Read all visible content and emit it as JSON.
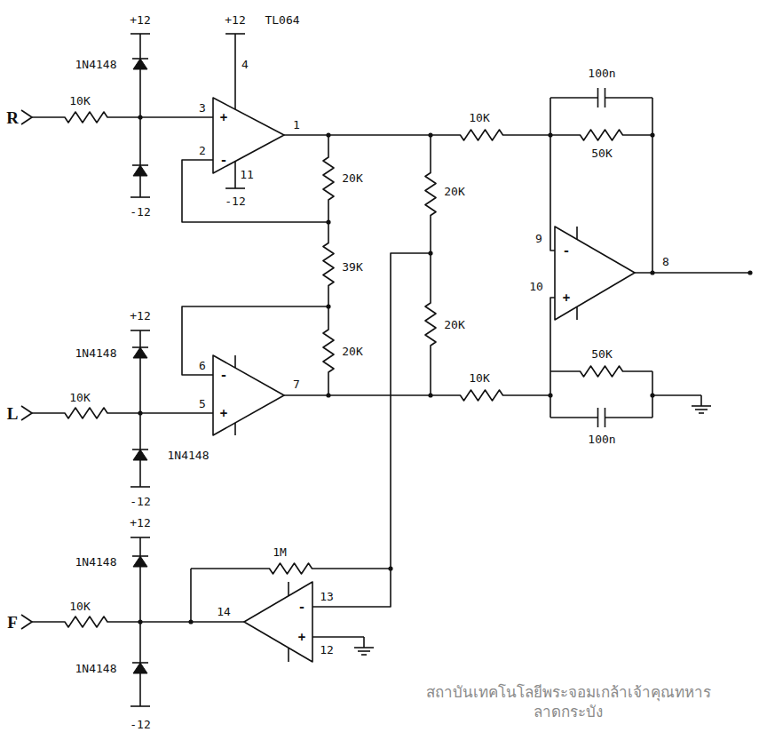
{
  "diagram": {
    "labels": [
      "+12",
      "+12",
      "TL064",
      "4",
      "1N4148",
      "R",
      "10K",
      "3",
      "+",
      "2",
      "-",
      "1",
      "11",
      "-12",
      "-12",
      "20K",
      "20K",
      "39K",
      "20K",
      "20K",
      "10K",
      "100n",
      "50K",
      "9",
      "-",
      "8",
      "10",
      "+",
      "50K",
      "100n",
      "+12",
      "1N4148",
      "6",
      "-",
      "7",
      "L",
      "10K",
      "5",
      "+",
      "10K",
      "1N4148",
      "-12",
      "1M",
      "+12",
      "1N4148",
      "F",
      "10K",
      "14",
      "-",
      "13",
      "+",
      "12",
      "1N4148",
      "-12",
      "สถาบันเทคโนโลยีพระจอมเกล้าเจ้าคุณทหารลาดกระบัง"
    ]
  }
}
